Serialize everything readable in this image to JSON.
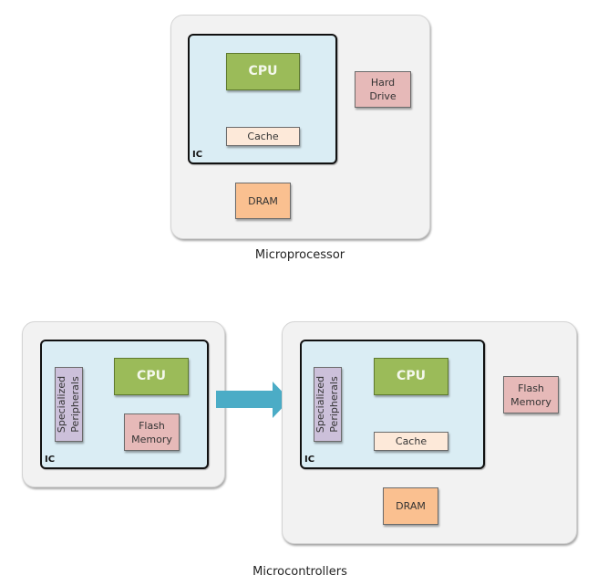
{
  "microprocessor": {
    "caption": "Microprocessor",
    "ic_label": "IC",
    "cpu": "CPU",
    "cache": "Cache",
    "hard_drive_line1": "Hard",
    "hard_drive_line2": "Drive",
    "dram": "DRAM"
  },
  "microcontroller_simple": {
    "ic_label": "IC",
    "cpu": "CPU",
    "peripherals_line1": "Specialized",
    "peripherals_line2": "Peripherals",
    "flash_line1": "Flash",
    "flash_line2": "Memory"
  },
  "microcontroller_extended": {
    "ic_label": "IC",
    "cpu": "CPU",
    "cache": "Cache",
    "peripherals_line1": "Specialized",
    "peripherals_line2": "Peripherals",
    "flash_line1": "Flash",
    "flash_line2": "Memory",
    "dram": "DRAM"
  },
  "caption_bottom": "Microcontrollers",
  "colors": {
    "cpu": "#9bbb59",
    "cache": "#fde9d9",
    "hard_drive": "#e6b9b8",
    "flash": "#e6b9b8",
    "dram": "#fac090",
    "peripherals": "#ccc0da",
    "ic": "#daedf4",
    "arrow": "#4bacc6"
  }
}
